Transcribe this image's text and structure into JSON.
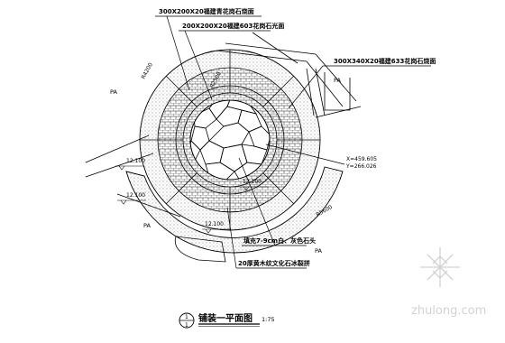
{
  "annotations": {
    "granite_300x200x20": "300X200X20福建青花岗石烧面",
    "granite_200x200x20": "200X200X20福建603花岗石光面",
    "granite_300x340x20": "300X340X20福建633花岗石烧面",
    "pebble_fill": "填充7-9cm白、灰色石头",
    "wood_stone_slab": "20厚黄木纹文化石冰裂拼"
  },
  "area_labels": [
    "PA",
    "PA",
    "PA",
    "PA"
  ],
  "dimensions": [
    "R4200",
    "R2500",
    "R5600"
  ],
  "elevations": [
    "12.100",
    "12.100",
    "12.100",
    "12.100"
  ],
  "coordinates": {
    "x": "X=459.605",
    "y": "Y=266.026"
  },
  "title": {
    "main": "铺装一平面图",
    "scale": "1:75",
    "index_top": "1",
    "index_bottom": "1"
  },
  "watermark": "zhulong.com"
}
